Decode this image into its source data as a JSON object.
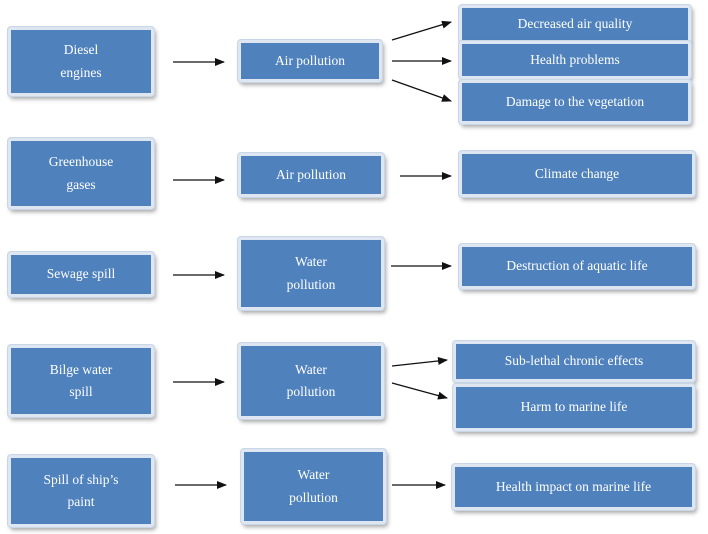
{
  "rows": [
    {
      "source": [
        "Diesel",
        "engines"
      ],
      "effect": [
        "Air pollution"
      ],
      "impacts": [
        "Decreased air quality",
        "Health problems",
        "Damage to the vegetation"
      ]
    },
    {
      "source": [
        "Greenhouse",
        "gases"
      ],
      "effect": [
        "Air pollution"
      ],
      "impacts": [
        "Climate change"
      ]
    },
    {
      "source": [
        "Sewage spill"
      ],
      "effect": [
        "Water",
        "pollution"
      ],
      "impacts": [
        "Destruction of aquatic life"
      ]
    },
    {
      "source": [
        "Bilge water",
        "spill"
      ],
      "effect": [
        "Water",
        "pollution"
      ],
      "impacts": [
        "Sub-lethal chronic effects",
        "Harm to marine life"
      ]
    },
    {
      "source": [
        "Spill of ship’s",
        "paint"
      ],
      "effect": [
        "Water",
        "pollution"
      ],
      "impacts": [
        "Health impact on marine life"
      ]
    }
  ]
}
